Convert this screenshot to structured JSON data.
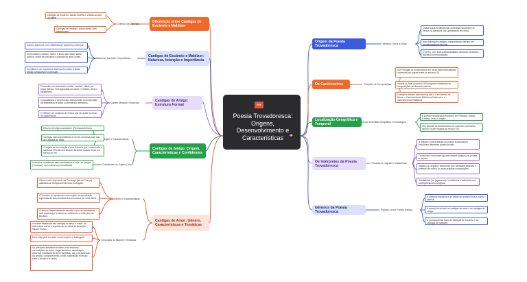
{
  "colors": {
    "center": "#2b2b2e",
    "orange": "#f0692a",
    "blue": "#3b5bd9",
    "purple": "#8d6bd8",
    "green": "#25a04a",
    "red": "#e5562f"
  },
  "center": {
    "icon": "PDF",
    "title": "Poesia Trovadoresca: Origens, Desenvolvimento e Características",
    "link_icon": "link-icon"
  },
  "left": {
    "diferencas": {
      "title": "Diferenças entre Cantigas de Escárnio e Maldizer",
      "label": "Critérios de Distinção",
      "leaves": [
        "Cantigas de escárnio: alusão indireta e velada ao alvo da sátira.",
        "Cantigas de maldizer: crítica direta, sem subterfúgios."
      ]
    },
    "escarnio": {
      "title": "Cantigas de Escárnio e Maldizer: Natureza, Intenção e Importância",
      "label": "Natureza, Intenção e Importância",
      "leaves": [
        "Gênero satírico/a, com influência de variantes provençal.",
        "Os trovadores utilizam humor e ironia para fazer sátira política, crítica de costumes e paródia do amor cortês.",
        "Constituem um importante testemunho sobre a Idade Média portuguesa e peninsular."
      ]
    },
    "amigo_estrutura": {
      "title": "Cantigas de Amigo: Estrutura Formal",
      "label": "Caráter Musical e Recursos",
      "leaves": [
        "Predomina um acentuado caráter musical, obtido por jogos fônicos, rima agrupada ao canto e à leitura, ritmo e paralelismo.",
        "O paralelismo é um princípio estruturante, com repetição de segmentos textuais ou elementos temáticos.",
        "O refrão é um conjunto de versos que se repete no final de cada estrofe."
      ]
    },
    "amigo_origem": {
      "title": "Cantigas de Amigo: Origem, Características e Confidentes",
      "label1": "Origem e Características",
      "label2": "Confidentes do Sujeito Lírico",
      "leaves1": [
        "Gênero de origem autóctone (Península Ibérica).",
        "Cantigas mais espontâneas e menos convencionais que as Cantigas de amor.",
        "O sujeito de enunciação é uma donzela que, enamorada e saudosa, recorda seu amado, ausente, muitas vezes em serviço do rei."
      ],
      "leaves2": [
        "A donzela confidencia seus sentimentos à mãe, às amigas (\"irmanas\") ou a natureza personificada."
      ]
    },
    "amor": {
      "title": "Cantigas de Amor: Gênero, Características e Temáticas",
      "label1": "Gênero e Características",
      "label2": "Descrição da Mulher e Temáticas",
      "leaves1": [
        "Gênero culto importado da Provença (sul da França), adaptado ao temperamento lírico português.",
        "O trovador se apresenta como sujeito da enunciação, expressando seus sentimentos amorosos por uma dama.",
        "O amor é frequentemente descrito como um sentimento sem esperança, levando ao sofrimento e coita (dor) do trovador."
      ],
      "leaves2": [
        "A mulher idealizada nas cantigas de amor é nobre, de alta estirpe social, e representa um ideal de perfeição física e moral.",
        "Ela é vista pelo trovador como superior e inatingível.",
        "As principais temáticas incluem coita amorosa, contradições do amor, elogio da dama, vassalagem amorosa, exaltação do amor espiritual, dor pela ausência da amada, comportamento cortês, submissão e tensão entre o desejo e a razão."
      ]
    }
  },
  "right": {
    "origem": {
      "title": "Origem da Poesia Trovadoresca",
      "label": "Literatura Oral e a Vidas",
      "leaves": [
        "Quase todas as literaturas românicas nasceram em versos na literatura oral, geralmente em verso.",
        "Nas civilizações antigas, a transmissão literária era predominantemente oral.",
        "O verso, com suas particularidades rítmicas e fonéticas, facilitava a memorização."
      ]
    },
    "cancioneiros": {
      "title": "Os Cancioneiros",
      "label": "Coleções de Composições",
      "leaves": [
        "Em Portugal, as composições em verso eram transmitidas oralmente por jograis entre os séculos XII.",
        "A partir do final do século XIII surgiram coletâneas de composições de diversos autores.",
        "Exemplos desses cancioneiros são o Cancioneiro da Ajuda, o Cancioneiro da Biblioteca Nacional e o Cancioneiro da Vaticana."
      ]
    },
    "localizacao": {
      "title": "Localização Geográfica e Temporal",
      "label": "Extensão Geográfica e Cronológica",
      "leaves": [
        "A poesia trovadoresca floresceu em Portugal, Galiza, Castela, Leão e Aragão.",
        "Seu período de florescimento se estendeu do final do século XII até meados do século XIV."
      ]
    },
    "interpretes": {
      "title": "Os Intérpretes da Poesia Trovadoresca",
      "label": "Trovadores, Jograis e Soldadeiras",
      "leaves": [
        "A criação e interpretação da poesia trovadoresca envolviam diferentes papéis sociais.",
        "Trovadores: escreviam (quase sempre fidalgos) da poesia e música.",
        "Jograis (ou segréis): intérpretes que cantavam músicas e poemas de outros, ou suas próprias composições.",
        "Soldadeiras (ou jograresas): cantadeiras e bailarinas que acompanhavam os jograis."
      ]
    },
    "generos": {
      "title": "Gêneros da Poesia Trovadoresca",
      "label": "Poesia Lírica e Poesia Satírica",
      "leaves": [
        "A poesia trovadoresca se divide em poesia lírica e poesia satírica.",
        "A poesia lírica inclui as cantigas de amor e as cantigas de amigo.",
        "A poesia satírica inclui as cantigas de escárnio e as cantigas de maldizer."
      ]
    }
  }
}
